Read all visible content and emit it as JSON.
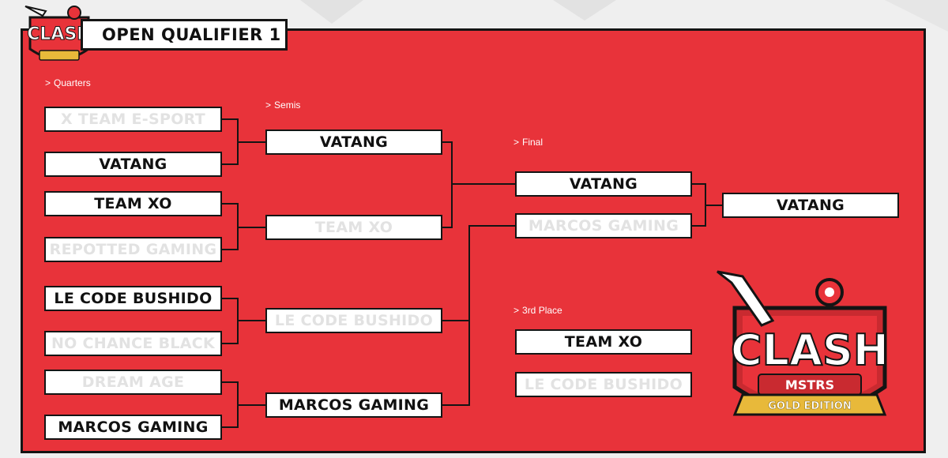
{
  "header": {
    "title": "OPEN QUALIFIER 1"
  },
  "rounds": {
    "quarters": "Quarters",
    "semis": "Semis",
    "final": "Final",
    "third": "3rd Place"
  },
  "quarters": [
    {
      "name": "X TEAM E-SPORT",
      "status": "lost"
    },
    {
      "name": "VATANG",
      "status": "won"
    },
    {
      "name": "TEAM XO",
      "status": "won"
    },
    {
      "name": "REPOTTED GAMING",
      "status": "lost"
    },
    {
      "name": "LE CODE BUSHIDO",
      "status": "won"
    },
    {
      "name": "NO CHANCE BLACK",
      "status": "lost"
    },
    {
      "name": "DREAM AGE",
      "status": "lost"
    },
    {
      "name": "MARCOS GAMING",
      "status": "won"
    }
  ],
  "semis": [
    {
      "name": "VATANG",
      "status": "won"
    },
    {
      "name": "TEAM XO",
      "status": "lost"
    },
    {
      "name": "LE CODE BUSHIDO",
      "status": "lost"
    },
    {
      "name": "MARCOS GAMING",
      "status": "won"
    }
  ],
  "final": [
    {
      "name": "VATANG",
      "status": "won"
    },
    {
      "name": "MARCOS GAMING",
      "status": "lost"
    }
  ],
  "champion": {
    "name": "VATANG",
    "status": "won"
  },
  "third_place": [
    {
      "name": "TEAM XO",
      "status": "won"
    },
    {
      "name": "LE CODE BUSHIDO",
      "status": "lost"
    }
  ],
  "logo": {
    "word": "CLASH",
    "sub": "MSTRS",
    "ribbon": "GOLD EDITION"
  },
  "colors": {
    "panel": "#e8333a",
    "border": "#141414",
    "winner_text": "#111111",
    "loser_text": "#e2e2e2",
    "gold": "#e8b93a"
  }
}
